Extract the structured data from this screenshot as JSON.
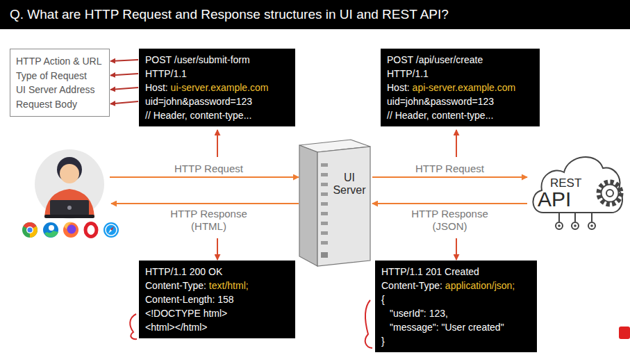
{
  "diagram": {
    "title": "Q. What are HTTP Request and Response structures in UI and REST API?",
    "nodes": [
      {
        "text": [
          "HTTP Action & URL",
          "Type of Request",
          "UI Server Address",
          "Request Body"
        ]
      },
      {
        "text": [
          "POST /user/submit-form",
          "HTTP/1.1",
          "Host:",
          "ui-server.example.com",
          "uid=john&password=123",
          "// Header, content-type..."
        ]
      },
      {
        "text": [
          "POST /api/user/create",
          "HTTP/1.1",
          "Host:",
          "api-server.example.com",
          "uid=john&password=123",
          "// Header, content-type..."
        ]
      },
      {
        "text": [
          "UI Server"
        ]
      },
      {
        "text": [
          "REST",
          "API"
        ]
      },
      {
        "text": [
          "HTTP/1.1 200 OK",
          "Content-Type:",
          "text/html;",
          "Content-Length: 158",
          "<!DOCTYPE html>",
          "<html></html>"
        ]
      },
      {
        "text": [
          "HTTP/1.1 201 Created",
          "Content-Type:",
          "application/json;",
          "{",
          "\"userId\": 123,",
          "\"message\": \"User created\"",
          "}"
        ]
      }
    ],
    "edges": [
      {
        "from": 1,
        "to": 0,
        "arrow": "to"
      },
      {
        "from": 1,
        "to": 0,
        "arrow": "to"
      },
      {
        "from": 1,
        "to": 0,
        "arrow": "to"
      },
      {
        "from": 1,
        "to": 0,
        "arrow": "to"
      },
      {
        "from": 3,
        "to": 4,
        "label": "HTTP Request",
        "arrow": "to"
      },
      {
        "from": 4,
        "to": 3,
        "label": "HTTP Response (JSON)",
        "arrow": "to"
      }
    ],
    "labels": [
      "HTTP Request",
      "HTTP Response (HTML)"
    ]
  }
}
